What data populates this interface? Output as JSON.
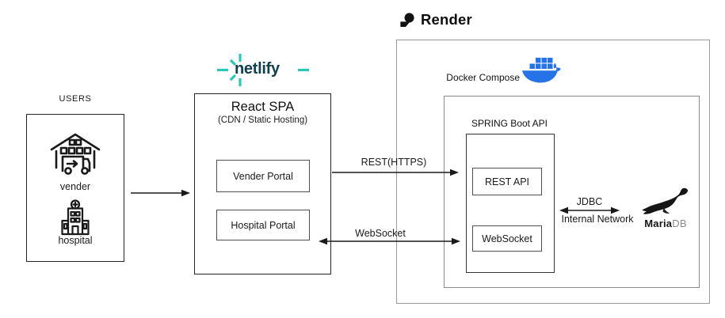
{
  "colors": {
    "netlify_teal": "#2bc7b9",
    "netlify_dark": "#10404f",
    "docker_blue": "#2573e6",
    "render_black": "#111111",
    "mariadb_black": "#161616",
    "mariadb_gray": "#8a8a8a",
    "line": "#1a1a1a",
    "outer_box_gray": "#999999"
  },
  "users_panel": {
    "title": "USERS",
    "vendor_label": "vender",
    "hospital_label": "hospital",
    "vendor_icon": "warehouse-truck-icon",
    "hospital_icon": "hospital-building-icon"
  },
  "netlify_panel": {
    "brand": "netlify",
    "title": "React SPA",
    "subtitle": "(CDN / Static Hosting)",
    "portals": {
      "vendor": "Vender Portal",
      "hospital": "Hospital Portal"
    }
  },
  "render_panel": {
    "brand": "Render",
    "docker_label": "Docker Compose",
    "spring": {
      "title": "SPRING Boot API",
      "rest_box": "REST API",
      "websocket_box": "WebSocket"
    },
    "mariadb": {
      "strong": "Maria",
      "light": "DB"
    }
  },
  "connections": {
    "rest": {
      "label": "REST(HTTPS)"
    },
    "websocket": {
      "label": "WebSocket"
    },
    "jdbc": {
      "label": "JDBC",
      "sublabel": "Internal Network"
    }
  }
}
